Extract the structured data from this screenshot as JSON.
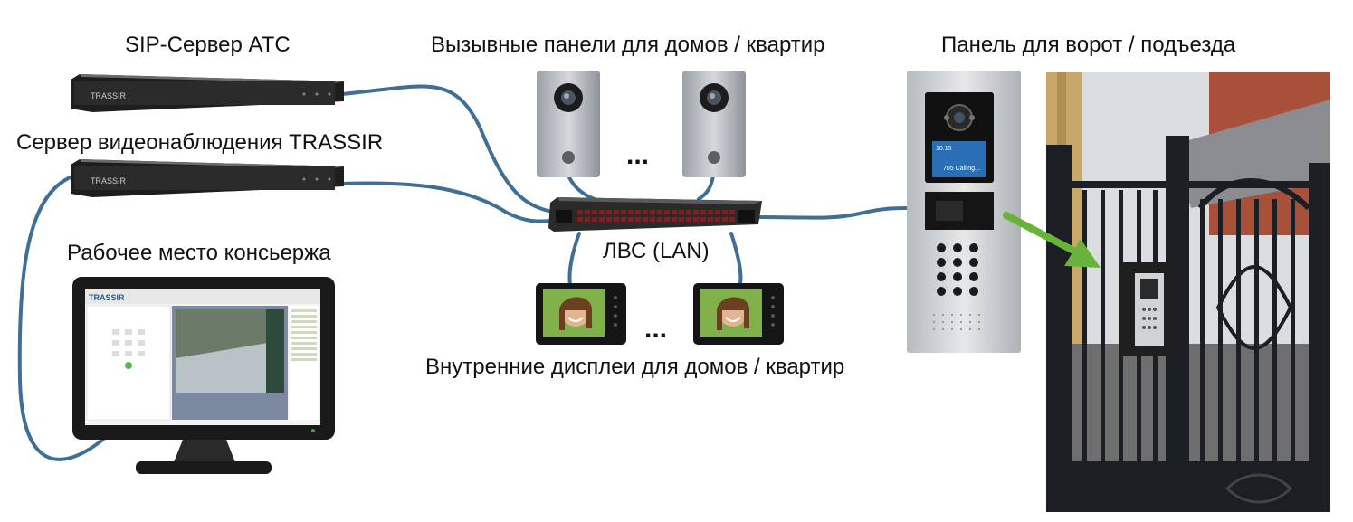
{
  "labels": {
    "sip_server": "SIP-Сервер АТС",
    "video_server": "Сервер видеонаблюдения TRASSIR",
    "concierge": "Рабочее место консьержа",
    "call_panels": "Вызывные панели для домов / квартир",
    "gate_panel": "Панель для ворот / подъезда",
    "lan": "ЛВС (LAN)",
    "indoor_displays": "Внутренние дисплеи для домов / квартир",
    "ellipsis_top": "...",
    "ellipsis_bottom": "..."
  },
  "devices": {
    "server_brand": "TRASSIR",
    "monitor_brand": "TRASSIR",
    "panel_time": "10:15",
    "panel_call": "705 Calling..."
  },
  "colors": {
    "cable": "#3f6e96",
    "arrow": "#6ab33b",
    "server_body": "#2a2a2a",
    "panel_silver": "#c9cdd1"
  }
}
